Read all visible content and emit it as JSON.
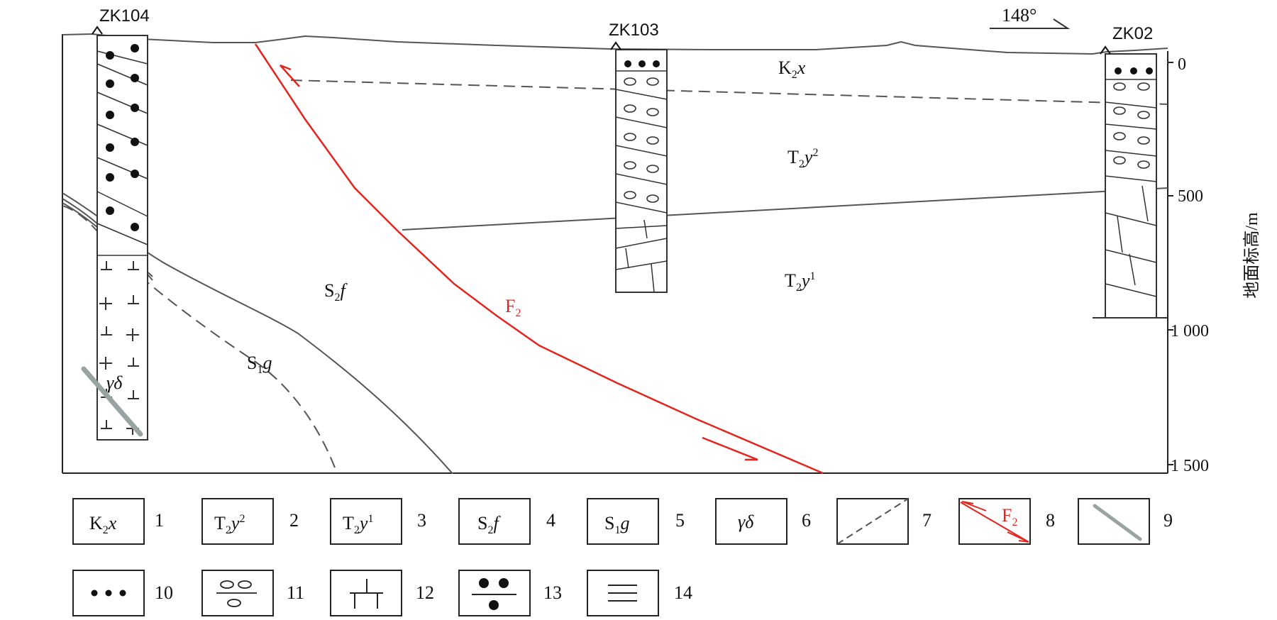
{
  "boreholes": {
    "zk104": "ZK104",
    "zk103": "ZK103",
    "zk02": "ZK02"
  },
  "orientation": "148°",
  "axis": {
    "title": "地面标高/m",
    "ticks": [
      "0",
      "500",
      "1 000",
      "1 500"
    ]
  },
  "units": {
    "k2x": {
      "base": "K",
      "sub": "2",
      "it": "x"
    },
    "t2y2": {
      "base": "T",
      "sub": "2",
      "it": "y",
      "sup": "2"
    },
    "t2y1": {
      "base": "T",
      "sub": "2",
      "it": "y",
      "sup": "1"
    },
    "s2f": {
      "base": "S",
      "sub": "2",
      "it": "f"
    },
    "s1g": {
      "base": "S",
      "sub": "1",
      "it": "g"
    },
    "yd": {
      "it": "γδ"
    },
    "f2": {
      "base": "F",
      "sub": "2"
    }
  },
  "legend": {
    "n1": "1",
    "n2": "2",
    "n3": "3",
    "n4": "4",
    "n5": "5",
    "n6": "6",
    "n7": "7",
    "n8": "8",
    "n9": "9",
    "n10": "10",
    "n11": "11",
    "n12": "12",
    "n13": "13",
    "n14": "14"
  },
  "colors": {
    "fault": "#e0261e",
    "line": "#555555",
    "dyke": "#9aa3a3"
  }
}
